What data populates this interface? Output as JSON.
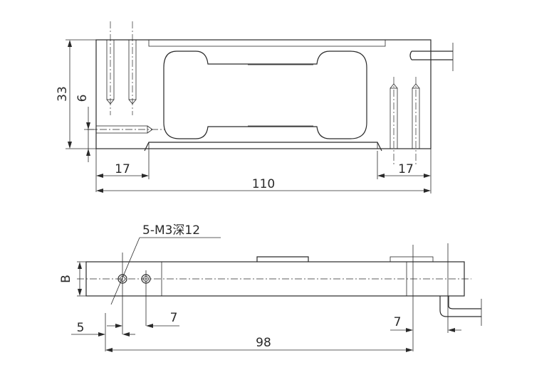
{
  "top_view": {
    "dim_height": "33",
    "dim_hole_offset": "6",
    "dim_left": "17",
    "dim_right": "17",
    "dim_length": "110"
  },
  "bottom_view": {
    "callout": "5-M3深12",
    "dim_width": "B",
    "dim_left_offset": "5",
    "dim_hole_spacing": "7",
    "dim_right": "7",
    "dim_total": "98"
  }
}
